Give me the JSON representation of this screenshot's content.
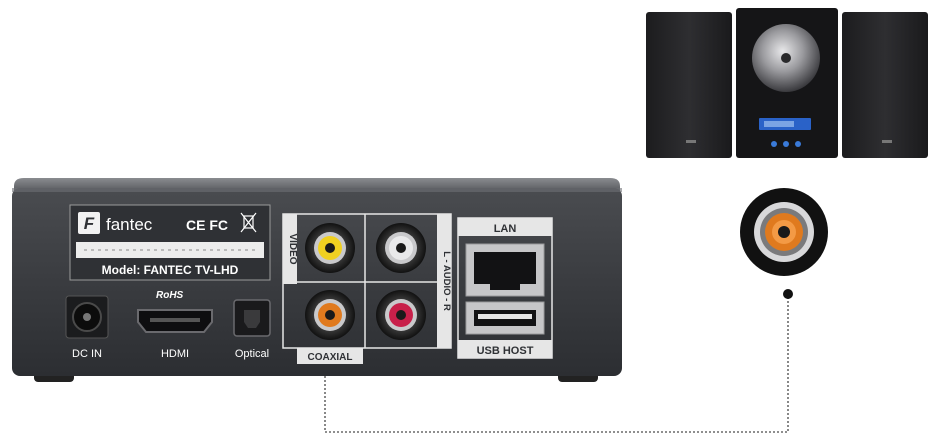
{
  "device": {
    "brand": "fantec",
    "logo_mark": "F",
    "certifications": "CE FC",
    "rohs": "RoHS",
    "model": "Model: FANTEC TV-LHD",
    "ports": {
      "dc_in": "DC IN",
      "hdmi": "HDMI",
      "optical": "Optical",
      "video": "VIDEO",
      "audio": "L - AUDIO - R",
      "coaxial": "COAXIAL",
      "lan": "LAN",
      "usb_host": "USB HOST"
    }
  },
  "colors": {
    "coaxial_connector": "#e07a1e",
    "video_connector": "#f0d020",
    "audio_right_connector": "#c8204a",
    "cable": "#6a6a6a"
  },
  "icons": {
    "stereo": "mini-hifi-stereo-system",
    "coax_jack": "orange-rca-coaxial-jack",
    "weee": "crossed-out-bin"
  }
}
